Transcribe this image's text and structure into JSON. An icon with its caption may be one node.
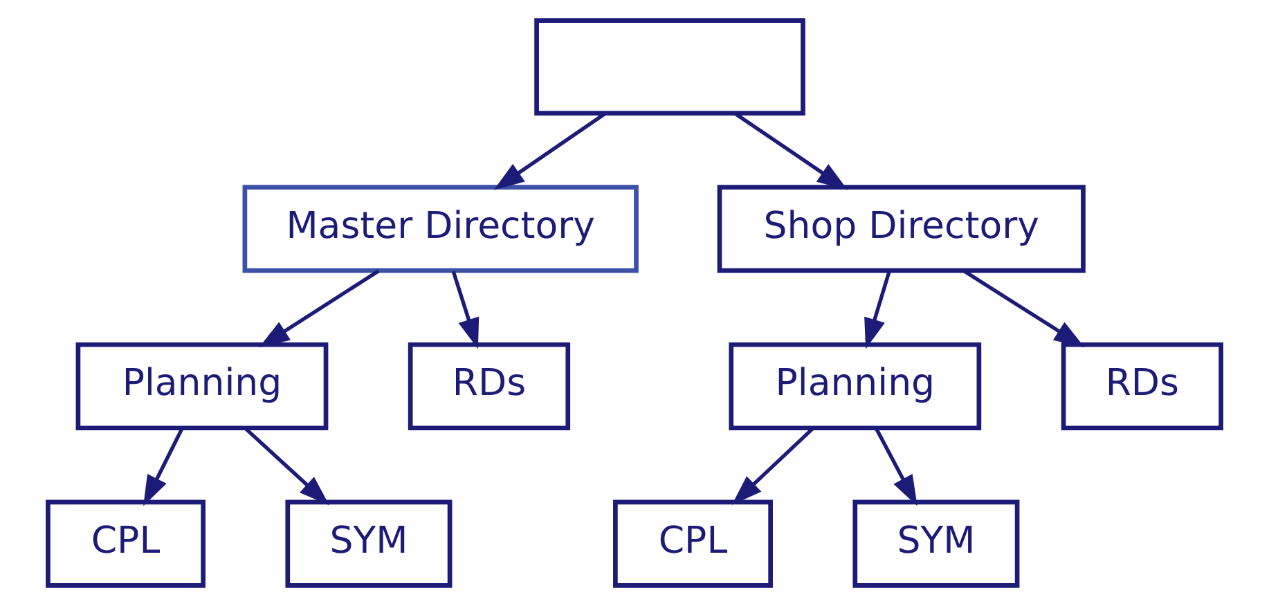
{
  "diagram": {
    "nodes": [
      {
        "text": [],
        "shape": "box"
      },
      {
        "text": [
          "Master Directory"
        ]
      },
      {
        "text": [
          "Shop Directory"
        ]
      },
      {
        "text": [
          "Planning"
        ]
      },
      {
        "text": [
          "RDs"
        ]
      },
      {
        "text": [
          "CPL"
        ]
      },
      {
        "text": [
          "SYM"
        ]
      },
      {
        "text": [
          "Planning"
        ]
      },
      {
        "text": [
          "RDs"
        ]
      },
      {
        "text": [
          "CPL"
        ]
      },
      {
        "text": [
          "SYM"
        ]
      }
    ],
    "edges": [
      {
        "from": 0,
        "to": 1,
        "arrow": "to"
      },
      {
        "from": 0,
        "to": 2,
        "arrow": "to"
      },
      {
        "from": 1,
        "to": 3,
        "arrow": "to"
      },
      {
        "from": 1,
        "to": 4,
        "arrow": "to"
      },
      {
        "from": 3,
        "to": 5,
        "arrow": "to"
      },
      {
        "from": 3,
        "to": 6,
        "arrow": "to"
      },
      {
        "from": 2,
        "to": 7,
        "arrow": "to"
      },
      {
        "from": 2,
        "to": 8,
        "arrow": "to"
      },
      {
        "from": 7,
        "to": 9,
        "arrow": "to"
      },
      {
        "from": 7,
        "to": 10,
        "arrow": "to"
      }
    ]
  }
}
